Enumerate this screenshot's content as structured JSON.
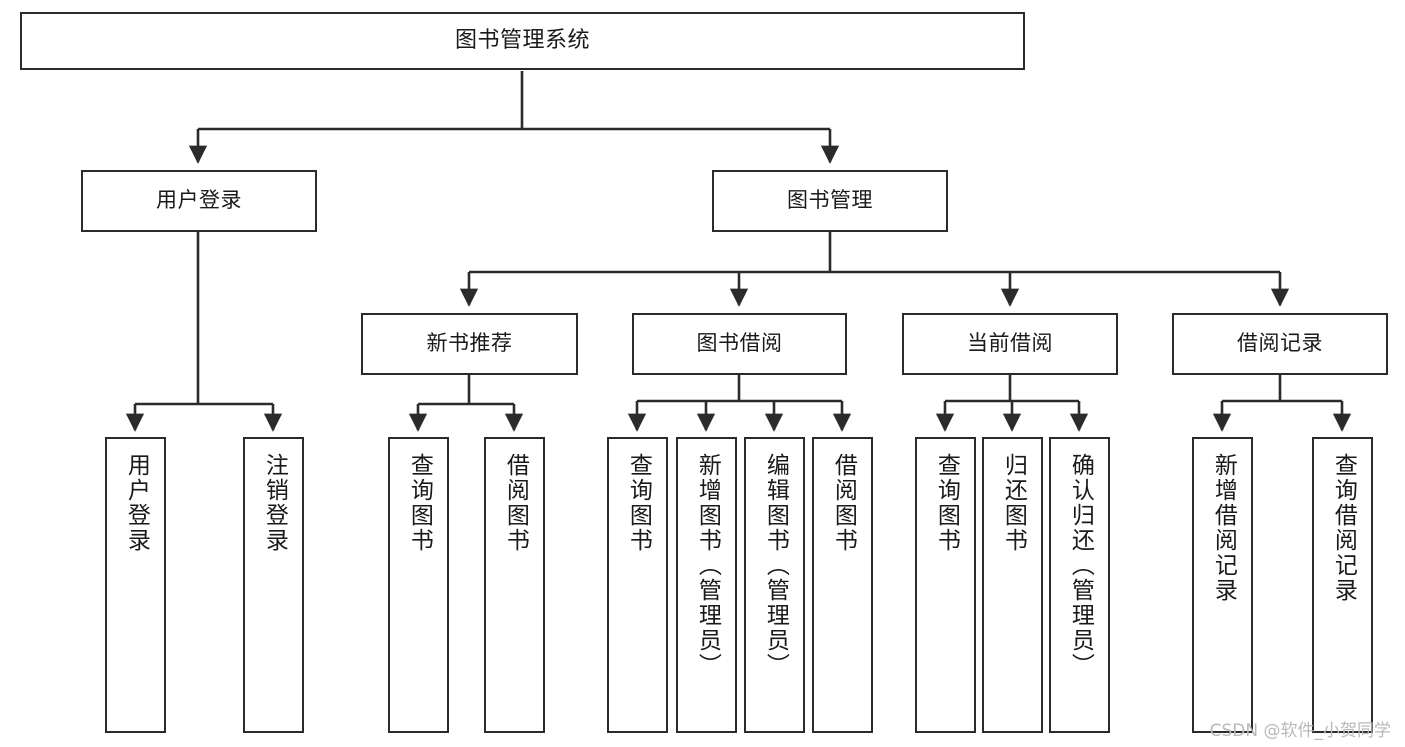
{
  "diagram": {
    "type": "tree",
    "title": "图书管理系统",
    "colors": {
      "box_border": "#2b2b2b",
      "box_fill": "#ffffff",
      "edge": "#2b2b2b",
      "text": "#1a1a1a",
      "watermark": "#b9b9b9"
    },
    "nodes": {
      "root": {
        "label": "图书管理系统"
      },
      "level2": [
        {
          "id": "user_login",
          "label": "用户登录"
        },
        {
          "id": "book_manage",
          "label": "图书管理"
        }
      ],
      "level3": [
        {
          "id": "new_book_rec",
          "label": "新书推荐"
        },
        {
          "id": "book_borrow",
          "label": "图书借阅"
        },
        {
          "id": "current_borrow",
          "label": "当前借阅"
        },
        {
          "id": "borrow_record",
          "label": "借阅记录"
        }
      ],
      "leaves": {
        "user_login": [
          {
            "id": "leaf_user_login",
            "label": "用户登录"
          },
          {
            "id": "leaf_user_logout",
            "label": "注销登录"
          }
        ],
        "new_book_rec": [
          {
            "id": "leaf_query_book_1",
            "label": "查询图书"
          },
          {
            "id": "leaf_borrow_book_1",
            "label": "借阅图书"
          }
        ],
        "book_borrow": [
          {
            "id": "leaf_query_book_2",
            "label": "查询图书"
          },
          {
            "id": "leaf_add_book",
            "label": "新增图书（管理员）"
          },
          {
            "id": "leaf_edit_book",
            "label": "编辑图书（管理员）"
          },
          {
            "id": "leaf_borrow_book_2",
            "label": "借阅图书"
          }
        ],
        "current_borrow": [
          {
            "id": "leaf_query_book_3",
            "label": "查询图书"
          },
          {
            "id": "leaf_return_book",
            "label": "归还图书"
          },
          {
            "id": "leaf_confirm_return",
            "label": "确认归还（管理员）"
          }
        ],
        "borrow_record": [
          {
            "id": "leaf_add_record",
            "label": "新增借阅记录"
          },
          {
            "id": "leaf_query_record",
            "label": "查询借阅记录"
          }
        ]
      }
    },
    "watermark": "CSDN @软件_小贺同学"
  }
}
